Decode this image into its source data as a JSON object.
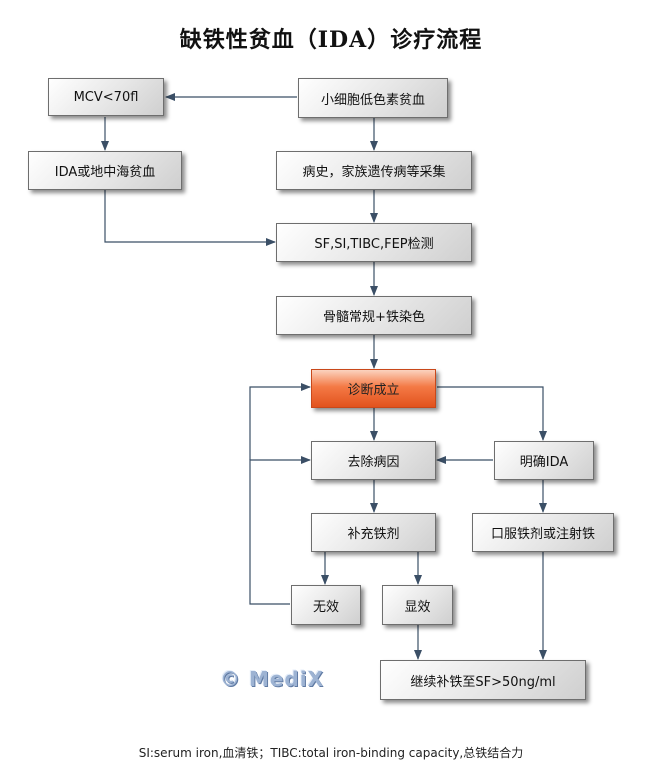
{
  "title": "缺铁性贫血（IDA）诊疗流程",
  "nodes": {
    "mcv": "MCV<70fl",
    "microcytic": "小细胞低色素贫血",
    "ida_thal": "IDA或地中海贫血",
    "history": "病史，家族遗传病等采集",
    "lab": "SF,SI,TIBC,FEP检测",
    "marrow": "骨髓常规+铁染色",
    "diagnosis": "诊断成立",
    "remove_cause": "去除病因",
    "confirmed": "明确IDA",
    "iron_supp": "补充铁剂",
    "oral_iron": "口服铁剂或注射铁",
    "ineffective": "无效",
    "effective": "显效",
    "continue": "继续补铁至SF>50ng/ml"
  },
  "watermark": "© MediX",
  "footnote": "SI:serum iron,血清铁；TIBC:total iron-binding capacity,总铁结合力",
  "colors": {
    "accent": "#ee6630",
    "edge": "#3b4f66"
  }
}
